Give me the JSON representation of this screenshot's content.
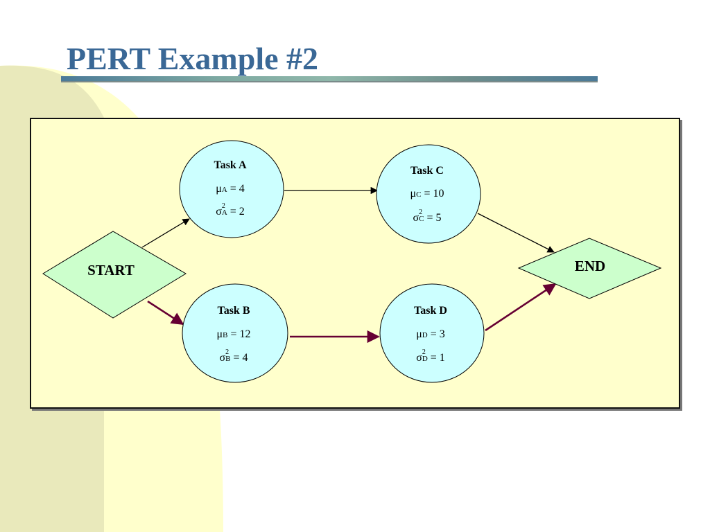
{
  "title": "PERT Example #2",
  "nodes": {
    "start": {
      "label": "START"
    },
    "end": {
      "label": "END"
    },
    "task_a": {
      "name": "Task A",
      "mu_sym": "μ",
      "mu_sub": "A",
      "mu_eq": " = 4",
      "sigma_sym": "σ",
      "sigma_sup": "2",
      "sigma_sub": "A",
      "sigma_eq": " = 2"
    },
    "task_b": {
      "name": "Task B",
      "mu_sym": "μ",
      "mu_sub": "B",
      "mu_eq": " = 12",
      "sigma_sym": "σ",
      "sigma_sup": "2",
      "sigma_sub": "B",
      "sigma_eq": " = 4"
    },
    "task_c": {
      "name": "Task C",
      "mu_sym": "μ",
      "mu_sub": "C",
      "mu_eq": " = 10",
      "sigma_sym": "σ",
      "sigma_sup": "2",
      "sigma_sub": "C",
      "sigma_eq": " = 5"
    },
    "task_d": {
      "name": "Task D",
      "mu_sym": "μ",
      "mu_sub": "D",
      "mu_eq": " = 3",
      "sigma_sym": "σ",
      "sigma_sup": "2",
      "sigma_sub": "D",
      "sigma_eq": " = 1"
    }
  },
  "edges": [
    {
      "from": "START",
      "to": "Task A",
      "critical": false
    },
    {
      "from": "Task A",
      "to": "Task C",
      "critical": false
    },
    {
      "from": "Task C",
      "to": "END",
      "critical": false
    },
    {
      "from": "START",
      "to": "Task B",
      "critical": true
    },
    {
      "from": "Task B",
      "to": "Task D",
      "critical": true
    },
    {
      "from": "Task D",
      "to": "END",
      "critical": true
    }
  ],
  "colors": {
    "title": "#3a6896",
    "panel_fill": "#ffffcc",
    "task_fill": "#ccffff",
    "terminal_fill": "#ccffcc",
    "normal_edge": "#000000",
    "critical_edge": "#660033",
    "background_decor": "#ffffcc"
  }
}
